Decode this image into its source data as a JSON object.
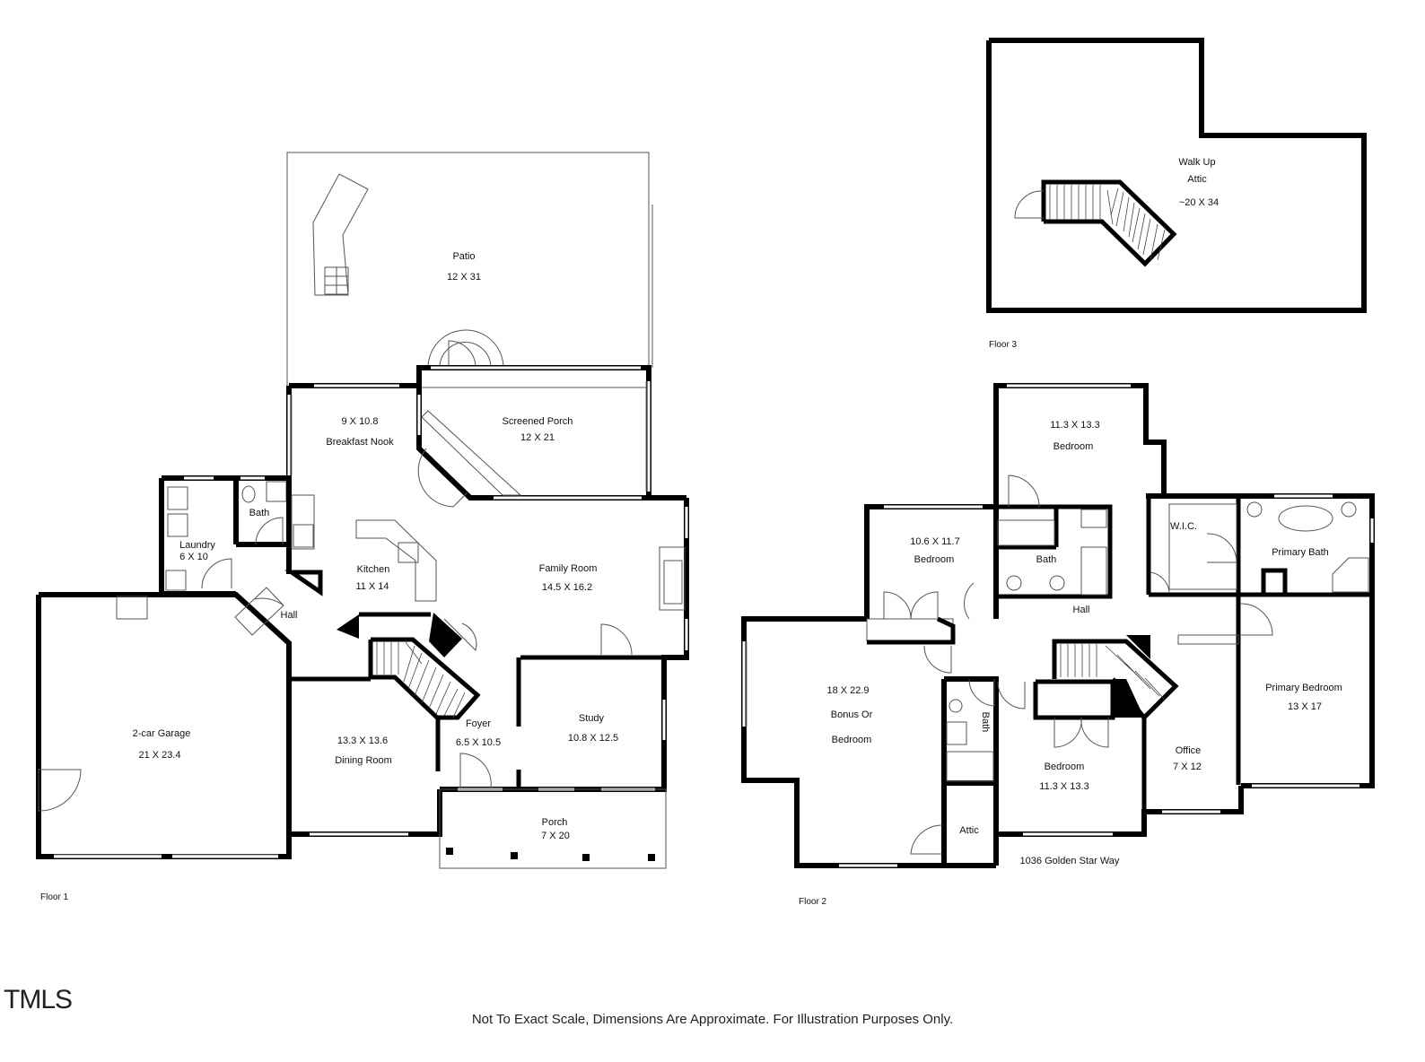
{
  "floors": {
    "floor1": "Floor 1",
    "floor2": "Floor 2",
    "floor3": "Floor 3"
  },
  "rooms": {
    "patio_name": "Patio",
    "patio_dim": "12 X 31",
    "porch_screened_name": "Screened Porch",
    "porch_screened_dim": "12 X 21",
    "nook_dim": "9 X 10.8",
    "nook_name": "Breakfast Nook",
    "bath1_name": "Bath",
    "laundry_name": "Laundry",
    "laundry_dim": "6 X 10",
    "kitchen_name": "Kitchen",
    "kitchen_dim": "11 X 14",
    "family_name": "Family Room",
    "family_dim": "14.5 X 16.2",
    "hall1_name": "Hall",
    "garage_name": "2-car Garage",
    "garage_dim": "21 X 23.4",
    "dining_dim": "13.3 X 13.6",
    "dining_name": "Dining Room",
    "foyer_name": "Foyer",
    "foyer_dim": "6.5 X 10.5",
    "study_name": "Study",
    "study_dim": "10.8 X 12.5",
    "porch_name": "Porch",
    "porch_dim": "7 X 20",
    "attic_walk_1": "Walk Up",
    "attic_walk_2": "Attic",
    "attic_walk_dim": "~20 X 34",
    "bed_top_dim": "11.3 X 13.3",
    "bed_top_name": "Bedroom",
    "bed_left_dim": "10.6 X 11.7",
    "bed_left_name": "Bedroom",
    "bath2_name": "Bath",
    "wic_name": "W.I.C.",
    "primary_bath_name": "Primary Bath",
    "hall2_name": "Hall",
    "bonus_dim": "18 X 22.9",
    "bonus_name_1": "Bonus Or",
    "bonus_name_2": "Bedroom",
    "bath3_name": "Bath",
    "bed_mid_name": "Bedroom",
    "bed_mid_dim": "11.3 X 13.3",
    "office_name": "Office",
    "office_dim": "7 X 12",
    "primary_bed_name": "Primary Bedroom",
    "primary_bed_dim": "13 X 17",
    "attic2_name": "Attic",
    "address": "1036 Golden Star Way"
  },
  "footer": "Not To Exact Scale, Dimensions Are Approximate. For Illustration Purposes Only.",
  "logo": "TMLS"
}
